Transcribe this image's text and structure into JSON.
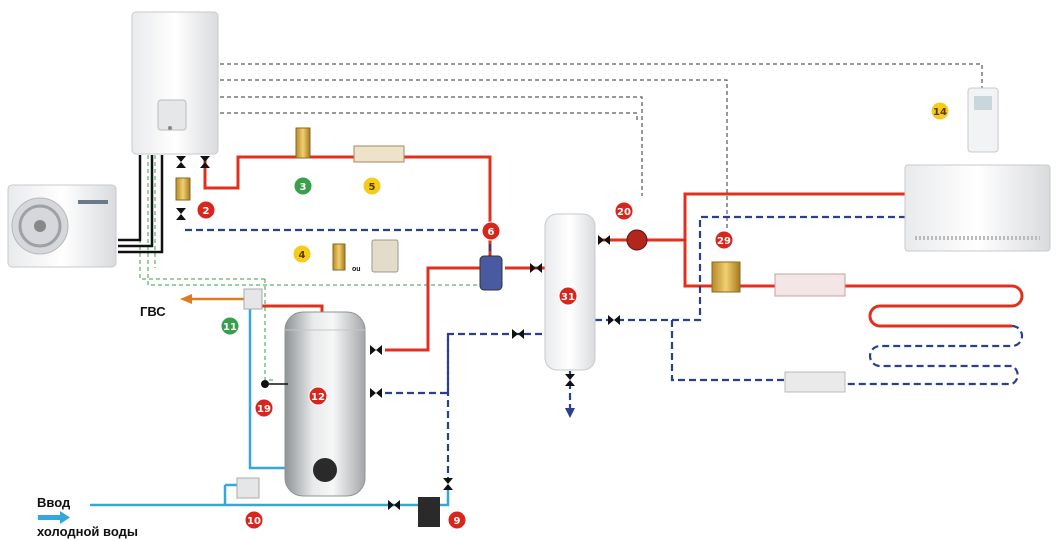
{
  "labels": {
    "gvs": "ГВС",
    "inlet_line1": "Ввод",
    "inlet_line2": "холодной воды",
    "ou": "ou"
  },
  "badges": [
    {
      "id": "b2",
      "number": "2",
      "color": "#d9261c",
      "text_color": "#ffffff"
    },
    {
      "id": "b3",
      "number": "3",
      "color": "#3a9f4a",
      "text_color": "#ffffff"
    },
    {
      "id": "b5",
      "number": "5",
      "color": "#f5cc1c",
      "text_color": "#5a3a00"
    },
    {
      "id": "b4",
      "number": "4",
      "color": "#f5cc1c",
      "text_color": "#5a3a00"
    },
    {
      "id": "b6",
      "number": "6",
      "color": "#d9261c",
      "text_color": "#ffffff"
    },
    {
      "id": "b9",
      "number": "9",
      "color": "#d9261c",
      "text_color": "#ffffff"
    },
    {
      "id": "b10",
      "number": "10",
      "color": "#d9261c",
      "text_color": "#ffffff"
    },
    {
      "id": "b11",
      "number": "11",
      "color": "#3a9f4a",
      "text_color": "#ffffff"
    },
    {
      "id": "b12",
      "number": "12",
      "color": "#d9261c",
      "text_color": "#ffffff"
    },
    {
      "id": "b14",
      "number": "14",
      "color": "#f5cc1c",
      "text_color": "#5a3a00"
    },
    {
      "id": "b19",
      "number": "19",
      "color": "#d9261c",
      "text_color": "#ffffff"
    },
    {
      "id": "b20",
      "number": "20",
      "color": "#d9261c",
      "text_color": "#ffffff"
    },
    {
      "id": "b29",
      "number": "29",
      "color": "#d9261c",
      "text_color": "#ffffff"
    },
    {
      "id": "b31",
      "number": "31",
      "color": "#d9261c",
      "text_color": "#ffffff"
    }
  ],
  "colors": {
    "supply": "#e0301e",
    "return": "#2b3f8f",
    "cold_water": "#34a8dc",
    "hot_water_out": "#e07a20",
    "control_wire": "#333333",
    "sensor_wire": "#3a9f4a",
    "refrigerant": "#111111"
  }
}
